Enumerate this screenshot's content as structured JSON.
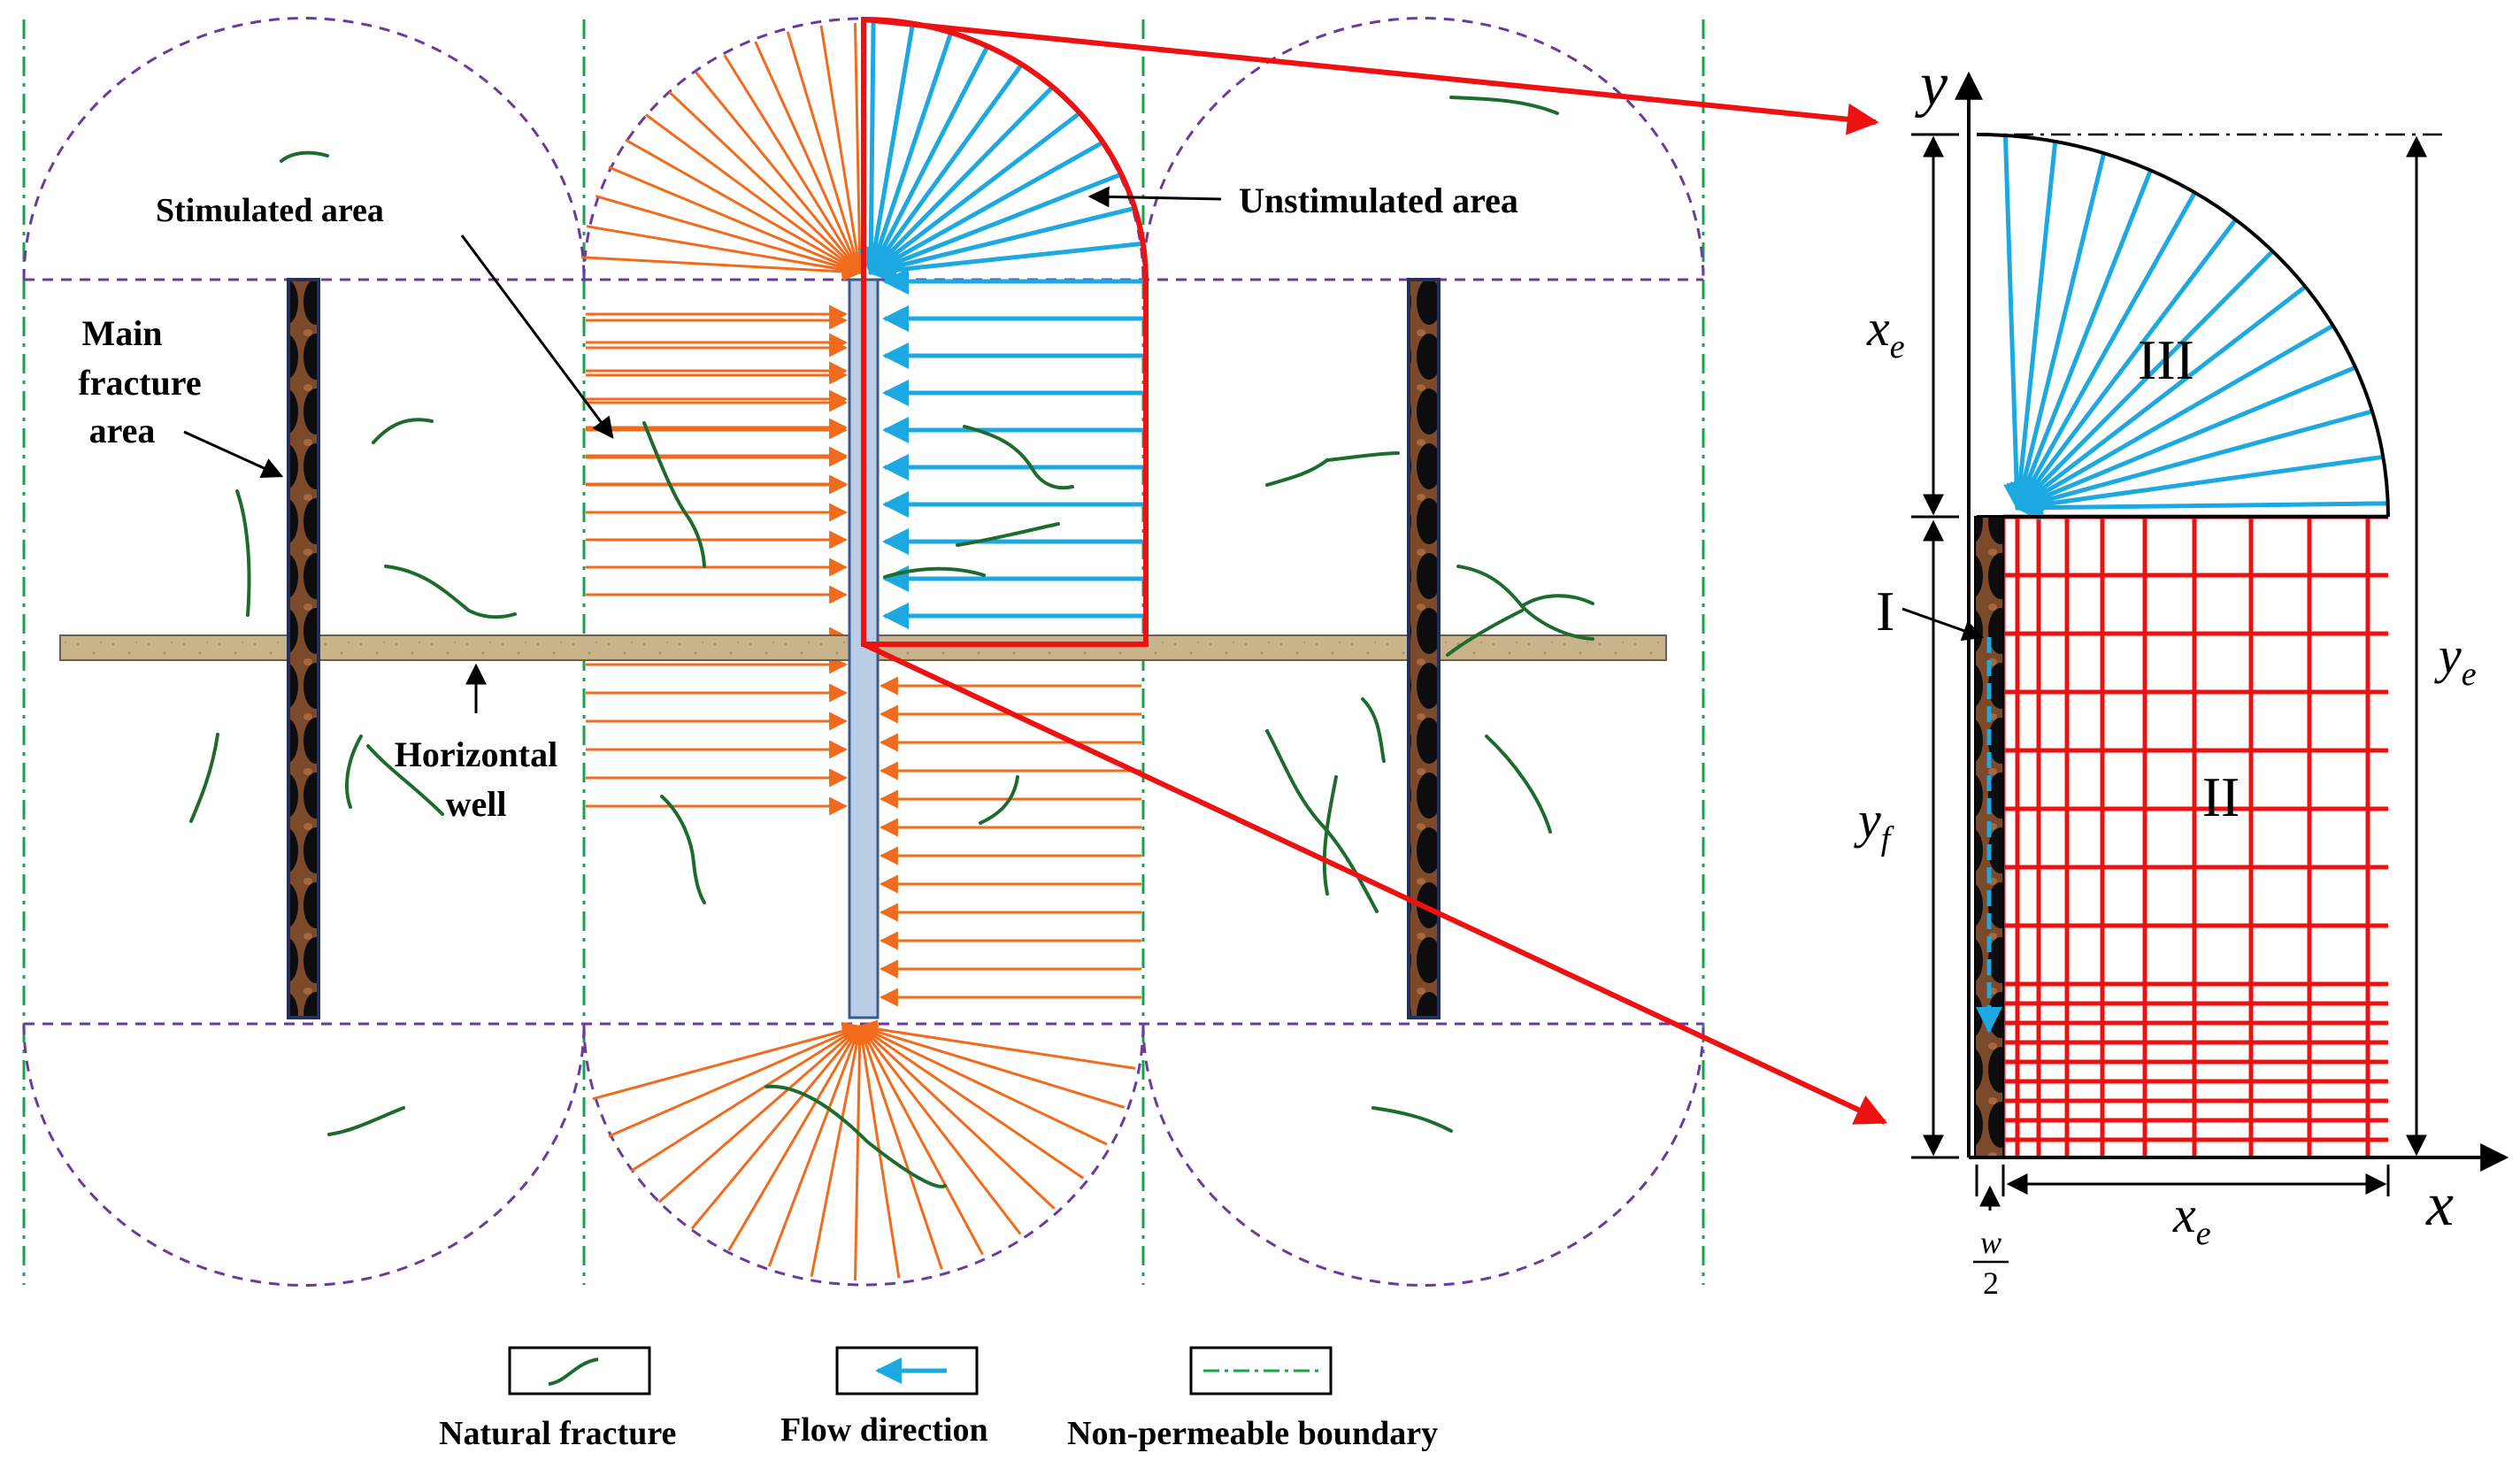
{
  "labels": {
    "stimulated_area": "Stimulated area",
    "unstimulated_area": "Unstimulated area",
    "main_fracture_1": "Main",
    "main_fracture_2": "fracture",
    "main_fracture_3": "area",
    "horizontal_well_1": "Horizontal",
    "horizontal_well_2": "well"
  },
  "model": {
    "axis_y": "y",
    "axis_x": "x",
    "xe_left": "x",
    "xe_left_sub": "e",
    "ye_right": "y",
    "ye_right_sub": "e",
    "yf": "y",
    "yf_sub": "f",
    "xe_bottom": "x",
    "xe_bottom_sub": "e",
    "w_num": "w",
    "w_den": "2",
    "region_I": "I",
    "region_II": "II",
    "region_III": "III"
  },
  "legend": {
    "natural_fracture": "Natural fracture",
    "flow_direction": "Flow direction",
    "non_permeable_boundary": "Non-permeable boundary"
  },
  "colors": {
    "orange_flow": "#f26b1d",
    "blue_flow": "#1ca8e0",
    "red_grid": "#ee1111",
    "natural_fracture": "#1e6b2e",
    "boundary_purple": "#6a3aa0",
    "boundary_green": "#16a34a",
    "well": "#c9b38a",
    "fracture_center": "#b9cde6"
  }
}
